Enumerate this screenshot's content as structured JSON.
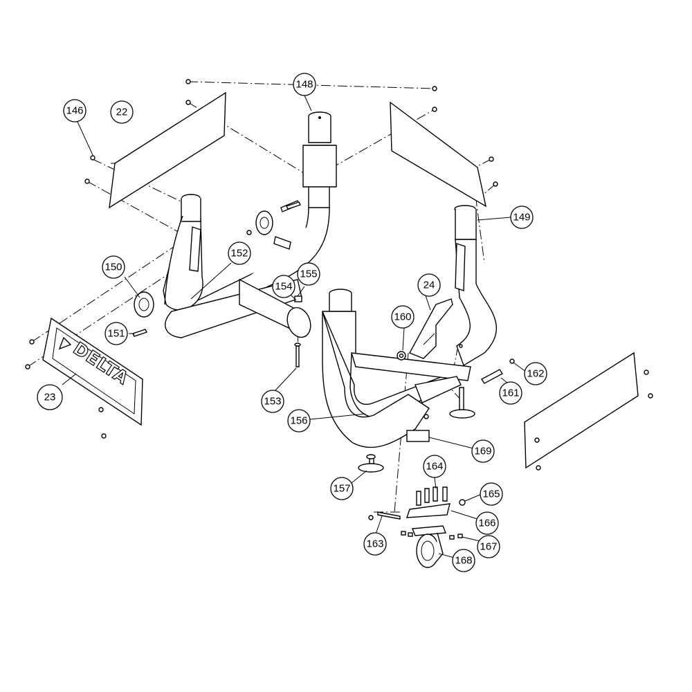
{
  "diagram": {
    "logo_text": "DELTA",
    "callouts": [
      {
        "id": "c146",
        "label": "146"
      },
      {
        "id": "c22",
        "label": "22"
      },
      {
        "id": "c148",
        "label": "148"
      },
      {
        "id": "c149",
        "label": "149"
      },
      {
        "id": "c150",
        "label": "150"
      },
      {
        "id": "c152",
        "label": "152"
      },
      {
        "id": "c155",
        "label": "155"
      },
      {
        "id": "c154",
        "label": "154"
      },
      {
        "id": "c24",
        "label": "24"
      },
      {
        "id": "c160",
        "label": "160"
      },
      {
        "id": "c151",
        "label": "151"
      },
      {
        "id": "c23",
        "label": "23"
      },
      {
        "id": "c153",
        "label": "153"
      },
      {
        "id": "c162",
        "label": "162"
      },
      {
        "id": "c161",
        "label": "161"
      },
      {
        "id": "c156",
        "label": "156"
      },
      {
        "id": "c169",
        "label": "169"
      },
      {
        "id": "c164",
        "label": "164"
      },
      {
        "id": "c165",
        "label": "165"
      },
      {
        "id": "c166",
        "label": "166"
      },
      {
        "id": "c157",
        "label": "157"
      },
      {
        "id": "c163",
        "label": "163"
      },
      {
        "id": "c167",
        "label": "167"
      },
      {
        "id": "c168",
        "label": "168"
      }
    ]
  }
}
